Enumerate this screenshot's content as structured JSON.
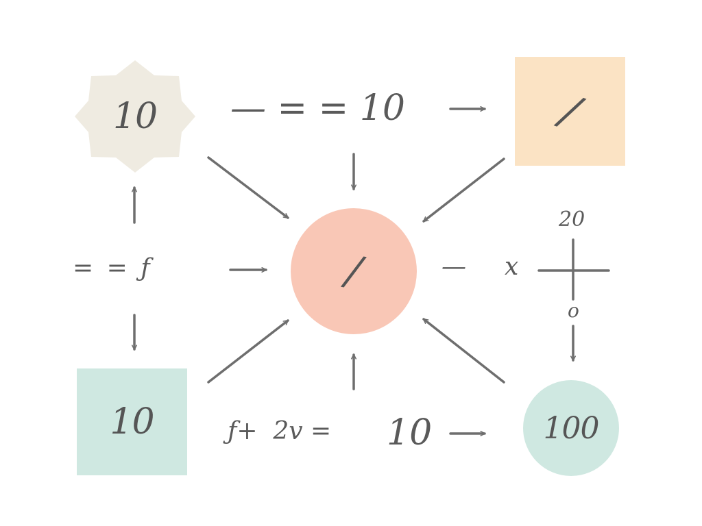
{
  "colors": {
    "beige": "#EFEBE1",
    "peach": "#FBE3C4",
    "salmon": "#F9C7B6",
    "mint": "#CFE8E1",
    "stroke": "#6E6E6E",
    "text": "#555555"
  },
  "nodes": {
    "top_left_star": "10",
    "top_right_square": "/",
    "center_circle": "/",
    "bottom_left_square": "10",
    "bottom_right_circle": "100"
  },
  "expressions": {
    "top_row": "— = = 10",
    "middle_left": "= = ƒ",
    "middle_right_dash": "—",
    "middle_right_var": "x",
    "crosshair_top": "20",
    "crosshair_bottom": "o",
    "bottom_row_left": "ƒ+  2v = ",
    "bottom_row_right": "10"
  }
}
